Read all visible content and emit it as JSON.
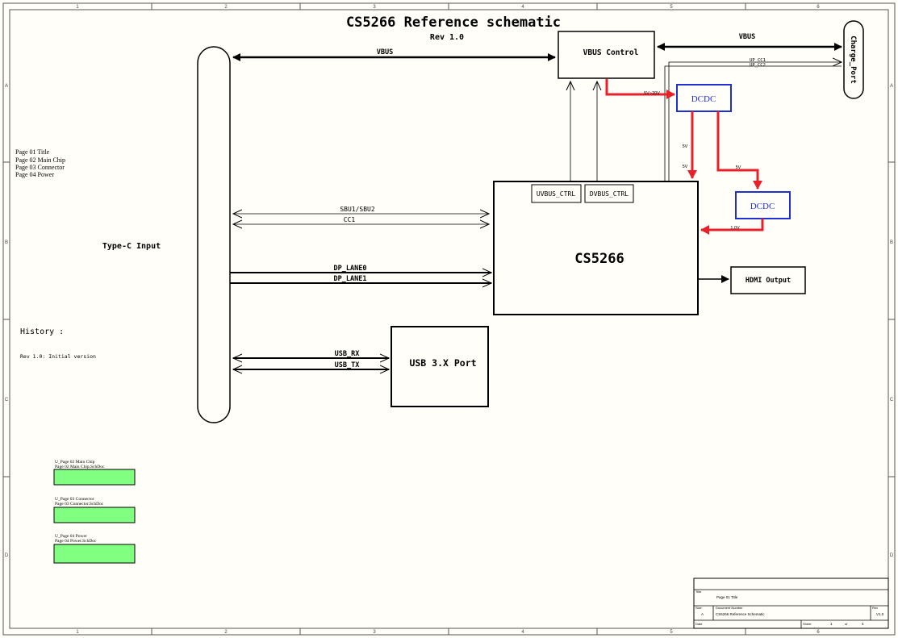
{
  "title": "CS5266 Reference schematic",
  "revision": "Rev 1.0",
  "zone_columns": [
    "1",
    "2",
    "3",
    "4",
    "5",
    "6"
  ],
  "zone_rows": [
    "A",
    "B",
    "C",
    "D"
  ],
  "page_list": [
    "Page 01 Title",
    "Page 02 Main Chip",
    "Page 03 Connector",
    "Page 04 Power"
  ],
  "history": {
    "heading": "History :",
    "entry": "Rev 1.0: Initial version"
  },
  "blocks": {
    "type_c": "Type-C Input",
    "vbus_control": "VBUS Control",
    "charge_port": "Charge_Port",
    "dcdc_top": "DCDC",
    "dcdc_right": "DCDC",
    "main_chip": "CS5266",
    "uvbus_ctrl": "UVBUS_CTRL",
    "dvbus_ctrl": "DVBUS_CTRL",
    "hdmi": "HDMI Output",
    "usb_port": "USB 3.X Port"
  },
  "nets": {
    "vbus_left": "VBUS",
    "vbus_right": "VBUS",
    "up_cc1": "UP_CC1",
    "up_cc2": "UP_CC2",
    "sbu": "SBU1/SBU2",
    "cc1": "CC1",
    "dp_lane0": "DP_LANE0",
    "dp_lane1": "DP_LANE1",
    "usb_rx": "USB_RX",
    "usb_tx": "USB_TX",
    "v_5v_20v": "5V~20V",
    "v_5v_a": "5V",
    "v_5v_b": "5V",
    "v_5v_c": "5V",
    "v_1v": "1.0V"
  },
  "sheet_symbols": [
    {
      "designator": "U_Page 02 Main Chip",
      "file": "Page 02 Main Chip.SchDoc"
    },
    {
      "designator": "U_Page 03 Connector",
      "file": "Page 03 Connector.SchDoc"
    },
    {
      "designator": "U_Page 04 Power",
      "file": "Page 04 Power.SchDoc"
    }
  ],
  "title_block": {
    "title_label": "Title",
    "title_value": "Page 01 Title",
    "size_label": "Size",
    "size_value": "A",
    "number_label": "Document Number",
    "number_value": "CS5266 Reference Schematic",
    "rev_label": "Rev",
    "rev_value": "V1.0",
    "date_label": "Date",
    "sheet_label": "Sheet",
    "sheet_num": "1",
    "of_label": "of",
    "sheet_total": "4"
  },
  "colors": {
    "power_arrow": "#e8202a",
    "dcdc_border": "#1f2fd0",
    "dcdc_text": "#1f2fd0",
    "sheet_symbol_fill": "#80ff80",
    "sheet_bg": "#fffef8"
  }
}
